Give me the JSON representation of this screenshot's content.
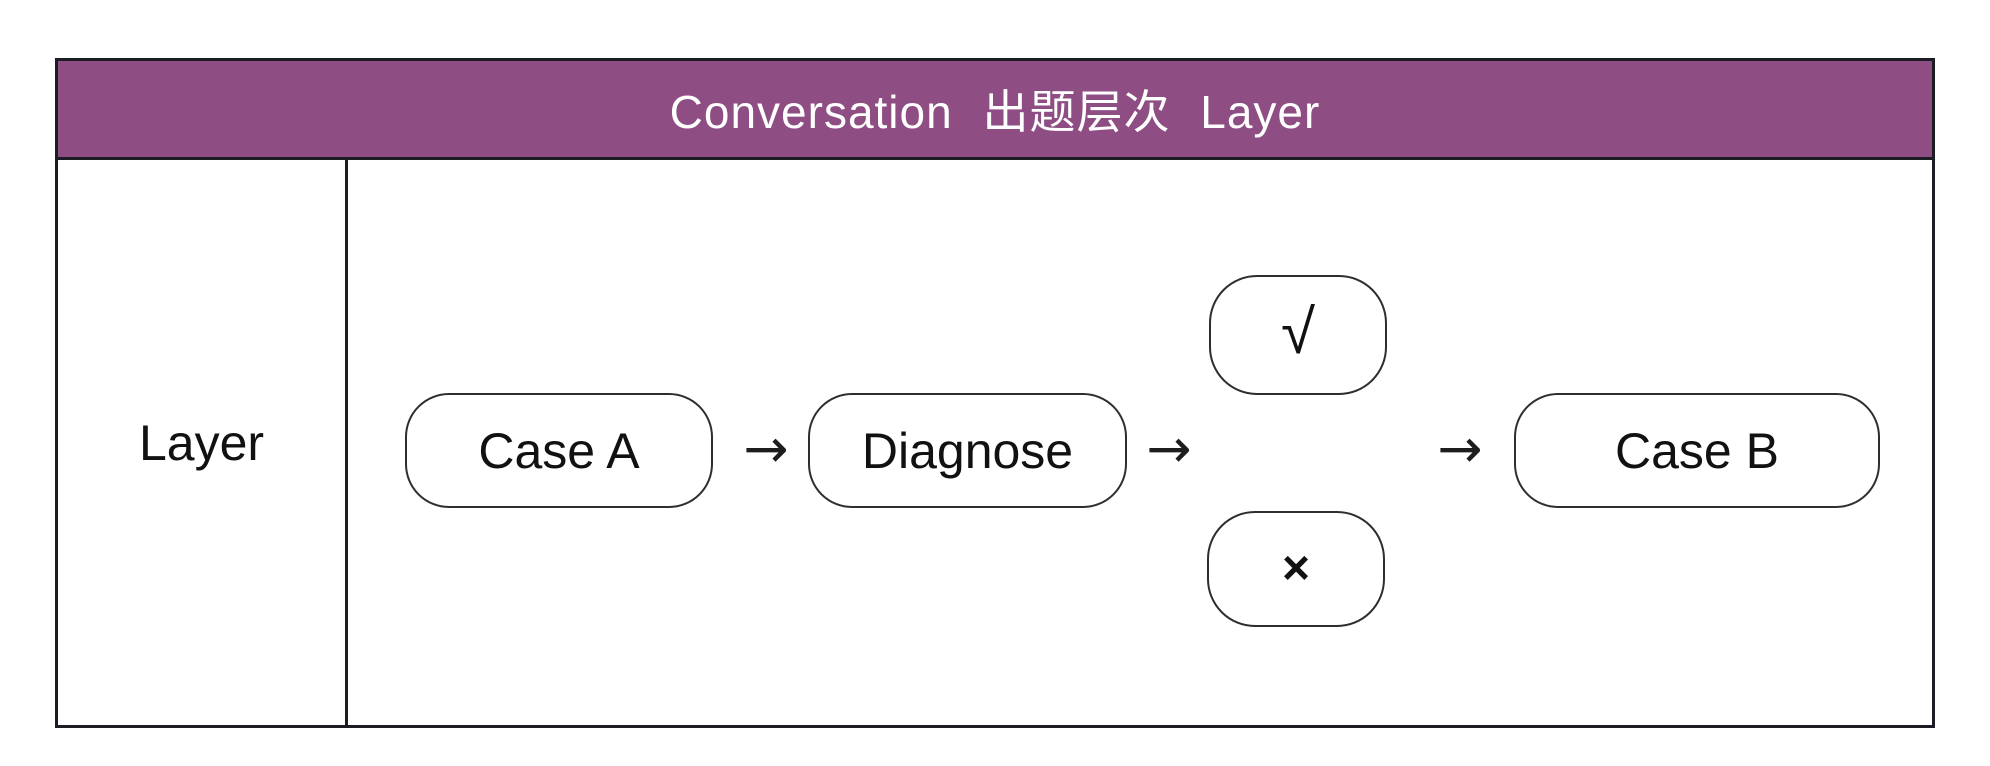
{
  "title_bar": {
    "text": "Conversation  出题层次  Layer"
  },
  "row": {
    "label": "Layer"
  },
  "flow": {
    "arrow_glyph": "→",
    "nodes": [
      {
        "label": "Case A"
      },
      {
        "label": "Diagnose"
      },
      {
        "label": "√"
      },
      {
        "label": "×"
      },
      {
        "label": "Case B"
      }
    ]
  },
  "colors": {
    "header_bg": "#8E4D83",
    "header_text": "#FFFFFF",
    "table_border": "#1C1C24",
    "node_border": "#2E2E2E",
    "background": "#FFFFFF",
    "text": "#111111"
  }
}
